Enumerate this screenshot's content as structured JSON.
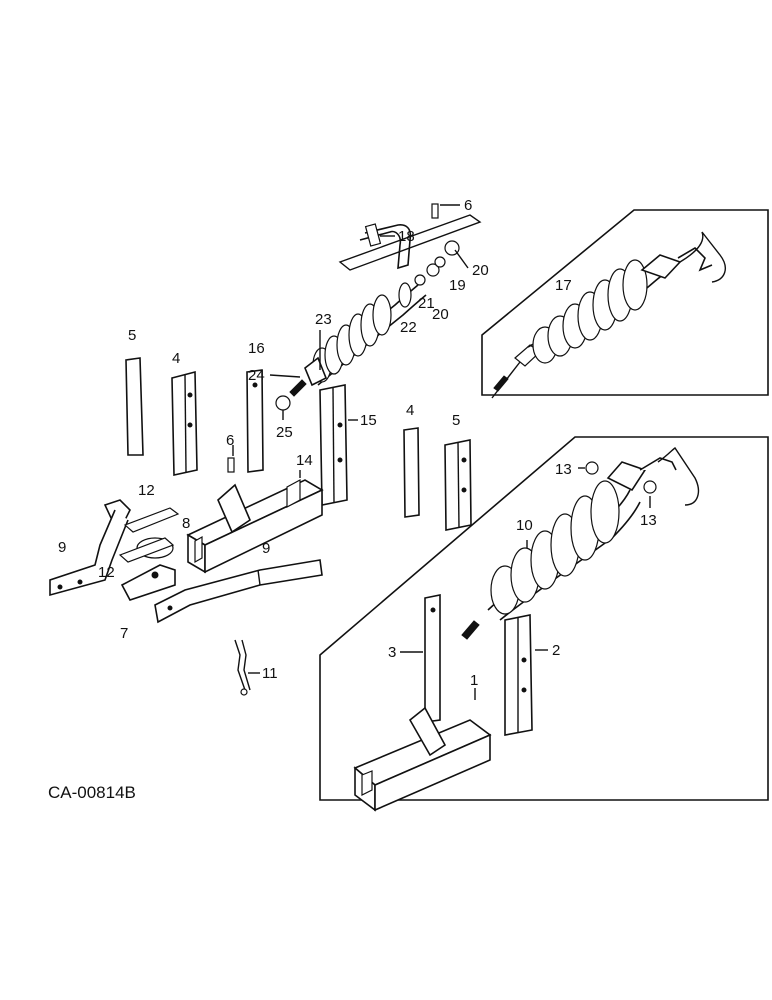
{
  "drawing_code": "CA-00814B",
  "callouts": {
    "c1": "1",
    "c2": "2",
    "c3": "3",
    "c4a": "4",
    "c4b": "4",
    "c5a": "5",
    "c5b": "5",
    "c6a": "6",
    "c6b": "6",
    "c7": "7",
    "c8": "8",
    "c9a": "9",
    "c9b": "9",
    "c10": "10",
    "c11": "11",
    "c12a": "12",
    "c12b": "12",
    "c13a": "13",
    "c13b": "13",
    "c14": "14",
    "c15": "15",
    "c16": "16",
    "c17": "17",
    "c18": "18",
    "c19": "19",
    "c20a": "20",
    "c20b": "20",
    "c21": "21",
    "c22": "22",
    "c23": "23",
    "c24": "24",
    "c25": "25"
  }
}
